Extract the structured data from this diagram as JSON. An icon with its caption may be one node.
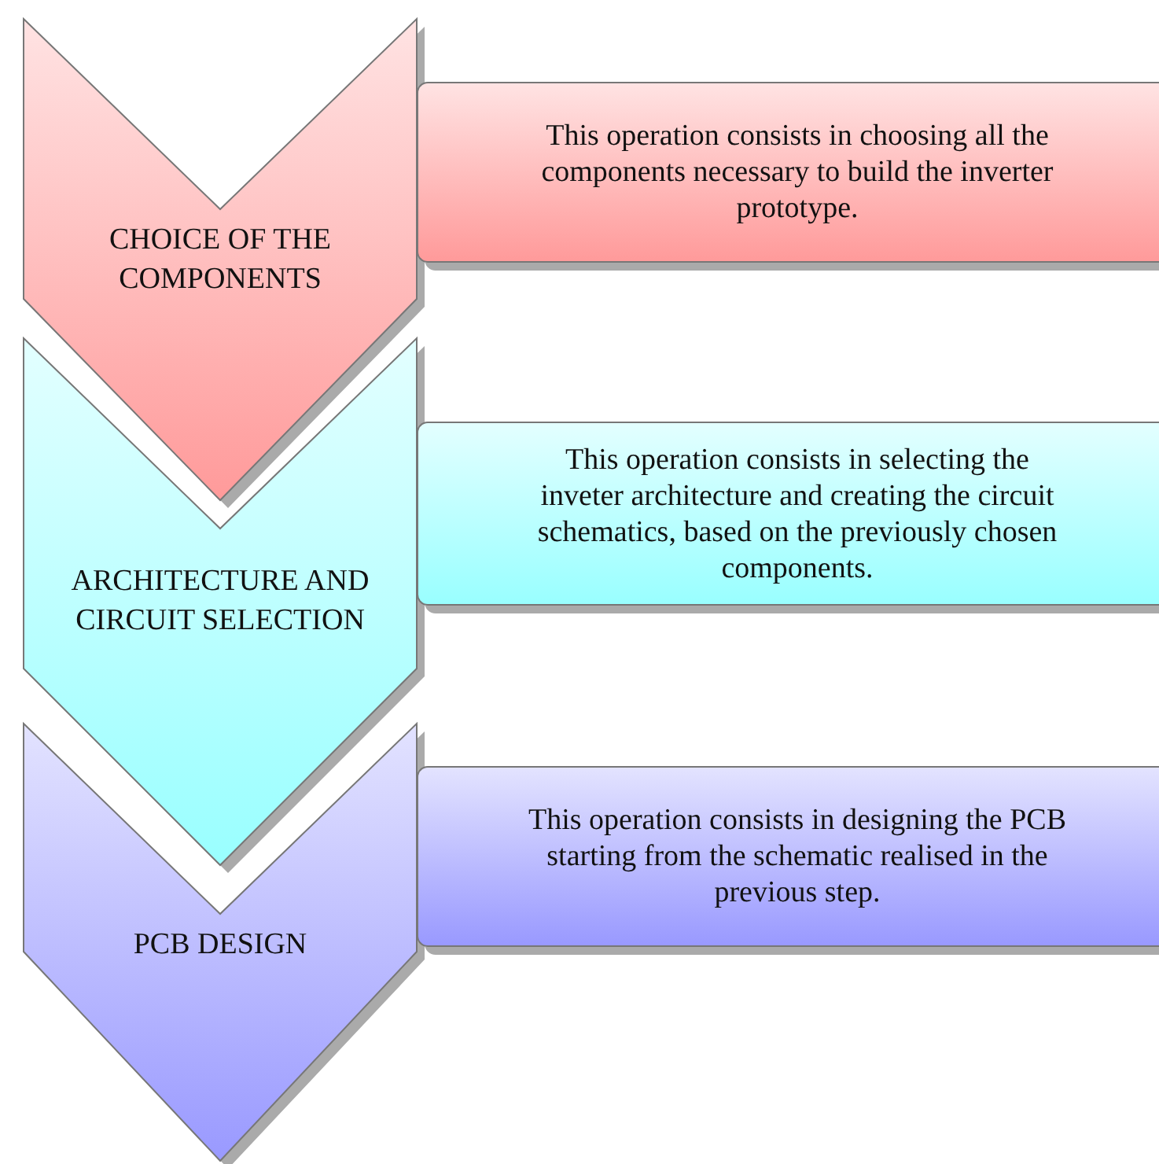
{
  "diagram": {
    "nodes": [
      {
        "text": [
          "CHOICE OF THE COMPONENTS"
        ]
      },
      {
        "text": [
          "This operation consists in choosing all the components necessary to build the inverter prototype."
        ]
      },
      {
        "text": [
          "ARCHITECTURE AND CIRCUIT SELECTION"
        ]
      },
      {
        "text": [
          "This operation consists in selecting the inveter architecture and creating the circuit schematics, based on the previously chosen components."
        ]
      },
      {
        "text": [
          "PCB DESIGN"
        ]
      },
      {
        "text": [
          "This operation consists in designing the PCB starting from the schematic realised in the previous step."
        ]
      }
    ]
  }
}
